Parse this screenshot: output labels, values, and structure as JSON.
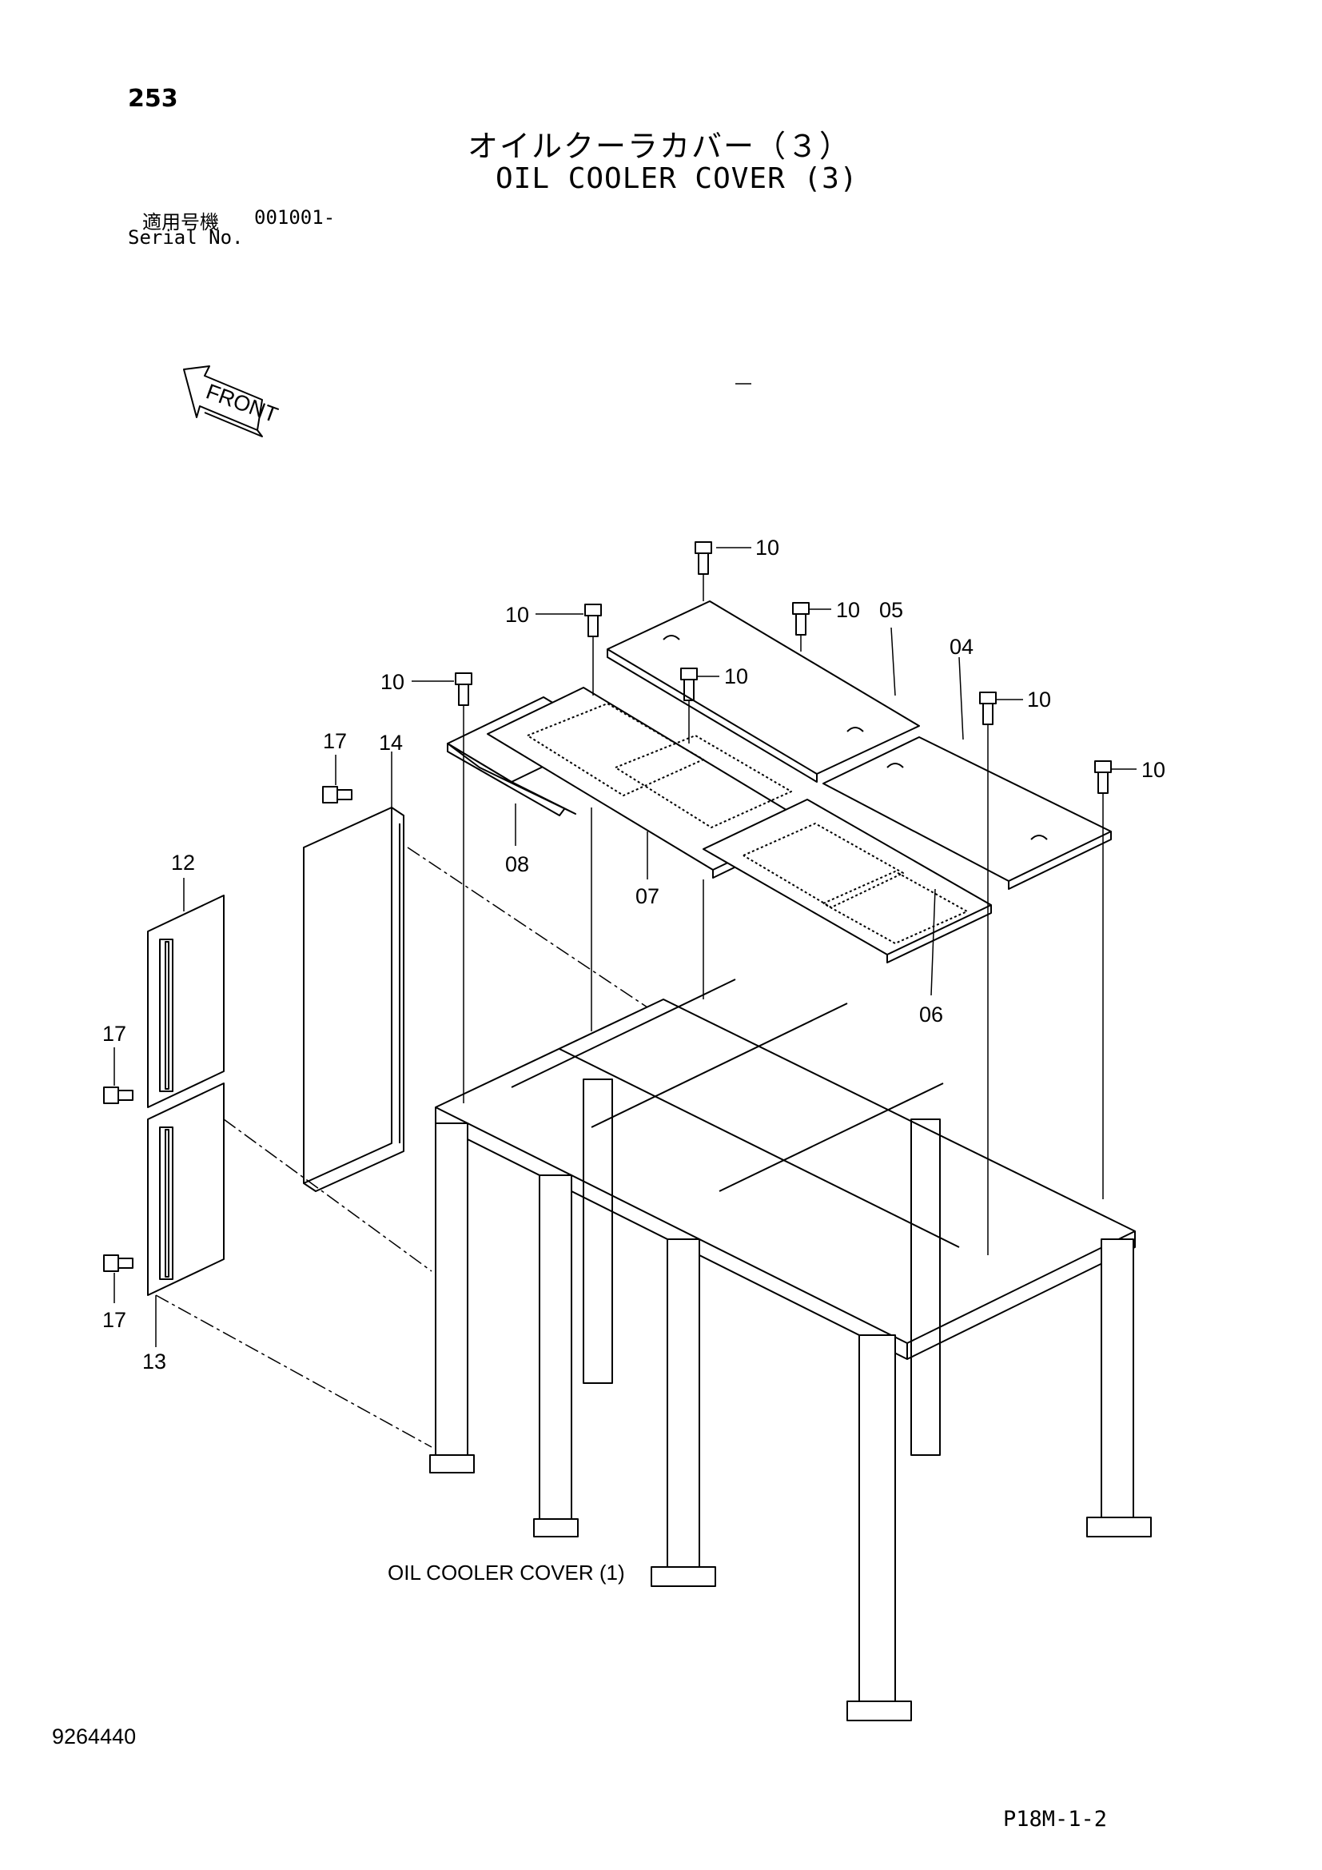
{
  "header": {
    "page_number": "253",
    "title_jp": "オイルクーラカバー（３）",
    "title_en": "OIL COOLER COVER (3)",
    "serial_label_jp": "適用号機",
    "serial_value": "001001-",
    "serial_label_en": "Serial No."
  },
  "diagram": {
    "front_arrow_label": "FRONT",
    "reference_text": "OIL COOLER COVER (1)",
    "callouts": {
      "c04": "04",
      "c05": "05",
      "c06": "06",
      "c07": "07",
      "c08": "08",
      "c10a": "10",
      "c10b": "10",
      "c10c": "10",
      "c10d": "10",
      "c10e": "10",
      "c10f": "10",
      "c10g": "10",
      "c12": "12",
      "c13": "13",
      "c14": "14",
      "c17a": "17",
      "c17b": "17",
      "c17c": "17"
    }
  },
  "footer": {
    "doc_number": "9264440",
    "page_code": "P18M-1-2"
  }
}
